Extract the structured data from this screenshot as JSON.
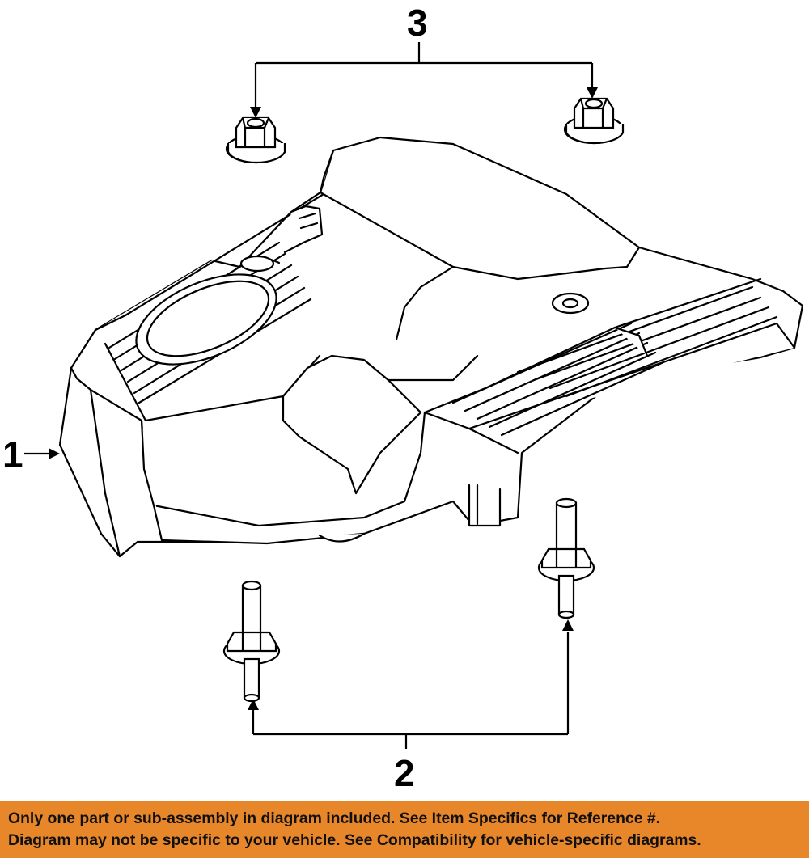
{
  "diagram": {
    "callouts": [
      {
        "label": "1",
        "part": "engine-cover"
      },
      {
        "label": "2",
        "part": "stud-bolt"
      },
      {
        "label": "3",
        "part": "grommet-nut"
      }
    ]
  },
  "banner": {
    "line1": "Only one part or sub-assembly in diagram included. See Item Specifics for Reference #.",
    "line2": "Diagram may not be specific to your vehicle. See Compatibility for vehicle-specific diagrams.",
    "background_color": "#e8862a"
  }
}
